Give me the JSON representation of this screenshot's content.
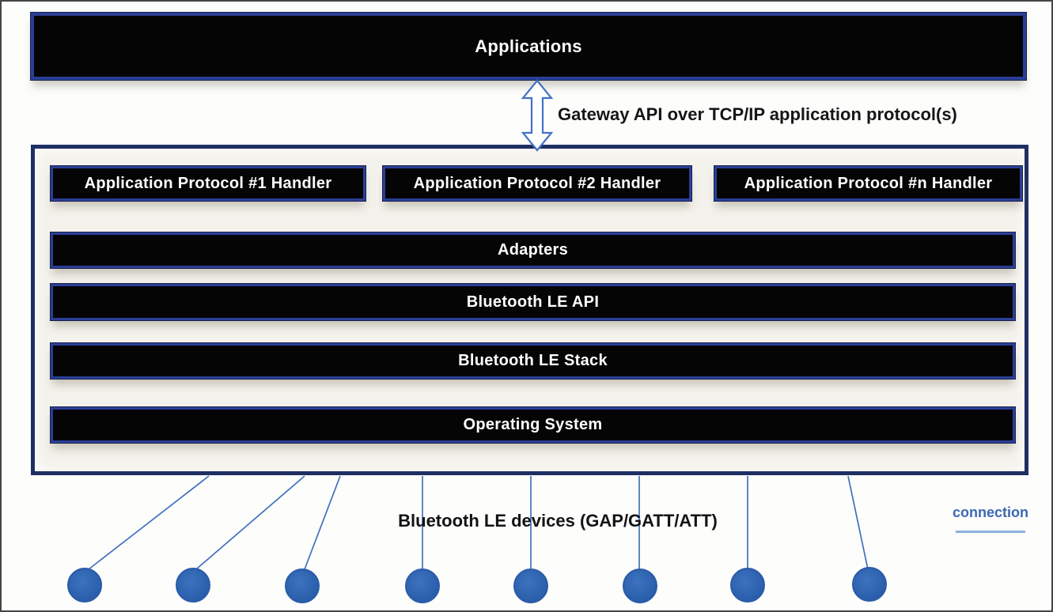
{
  "diagram": {
    "title_block": {
      "label": "Applications"
    },
    "gateway_arrow": {
      "label": "Gateway API over TCP/IP application protocol(s)"
    },
    "gateway_box": {
      "handlers": [
        "Application Protocol #1 Handler",
        "Application Protocol #2 Handler",
        "Application Protocol #n Handler"
      ],
      "layers": [
        "Adapters",
        "Bluetooth LE API",
        "Bluetooth LE Stack",
        "Operating System"
      ]
    },
    "devices": {
      "label": "Bluetooth LE devices (GAP/GATT/ATT)",
      "count": 8
    },
    "legend": {
      "connection_label": "connection"
    },
    "colors": {
      "bar_fill": "#050505",
      "bar_border": "#2b3f97",
      "container_border": "#1e2f62",
      "container_fill": "#f4f2ec",
      "line_blue": "#4170bd",
      "node_fill": "#2e63b0",
      "label_blue": "#3c67b3"
    }
  }
}
